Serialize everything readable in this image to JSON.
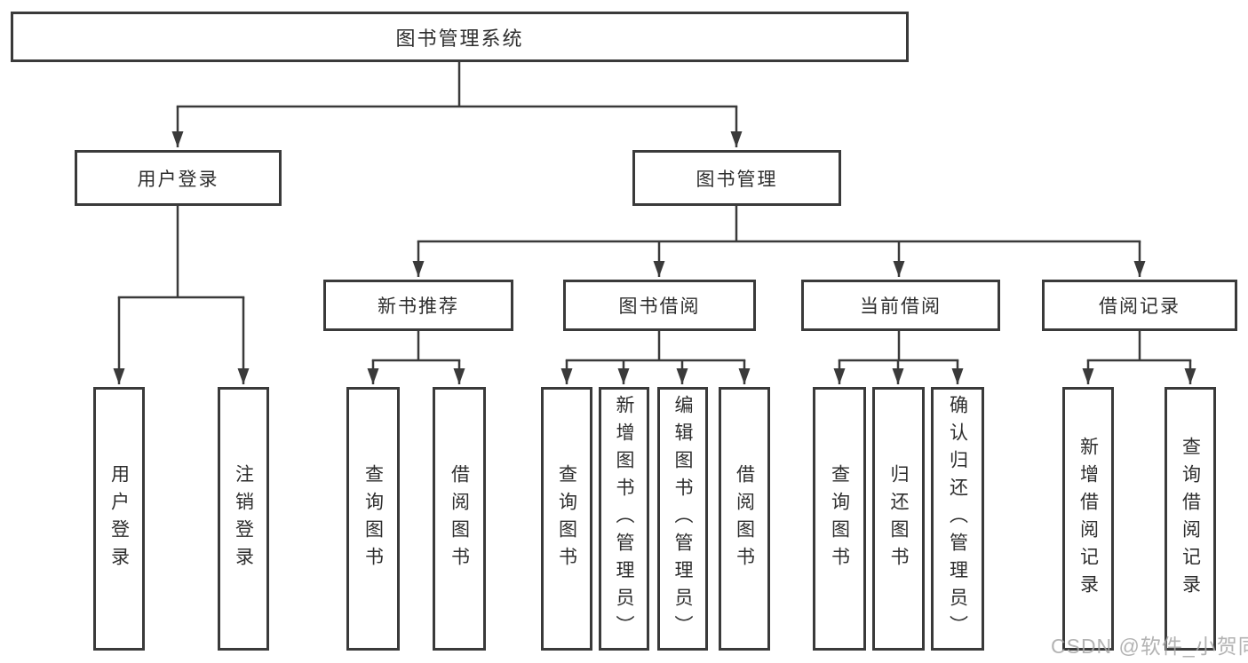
{
  "tree": {
    "label": "图书管理系统",
    "children": [
      {
        "label": "用户登录",
        "children": [
          {
            "label": "用户登录"
          },
          {
            "label": "注销登录"
          }
        ]
      },
      {
        "label": "图书管理",
        "children": [
          {
            "label": "新书推荐",
            "children": [
              {
                "label": "查询图书"
              },
              {
                "label": "借阅图书"
              }
            ]
          },
          {
            "label": "图书借阅",
            "children": [
              {
                "label": "查询图书"
              },
              {
                "label": "新增图书（管理员）"
              },
              {
                "label": "编辑图书（管理员）"
              },
              {
                "label": "借阅图书"
              }
            ]
          },
          {
            "label": "当前借阅",
            "children": [
              {
                "label": "查询图书"
              },
              {
                "label": "归还图书"
              },
              {
                "label": "确认归还（管理员）"
              }
            ]
          },
          {
            "label": "借阅记录",
            "children": [
              {
                "label": "新增借阅记录"
              },
              {
                "label": "查询借阅记录"
              }
            ]
          }
        ]
      }
    ]
  },
  "watermark": {
    "text": "CSDN @软件_小贺同学"
  },
  "colors": {
    "line": "#3a3a3a",
    "text": "#2e2e2e",
    "watermark": "#a6a6a6",
    "bg": "#ffffff"
  }
}
